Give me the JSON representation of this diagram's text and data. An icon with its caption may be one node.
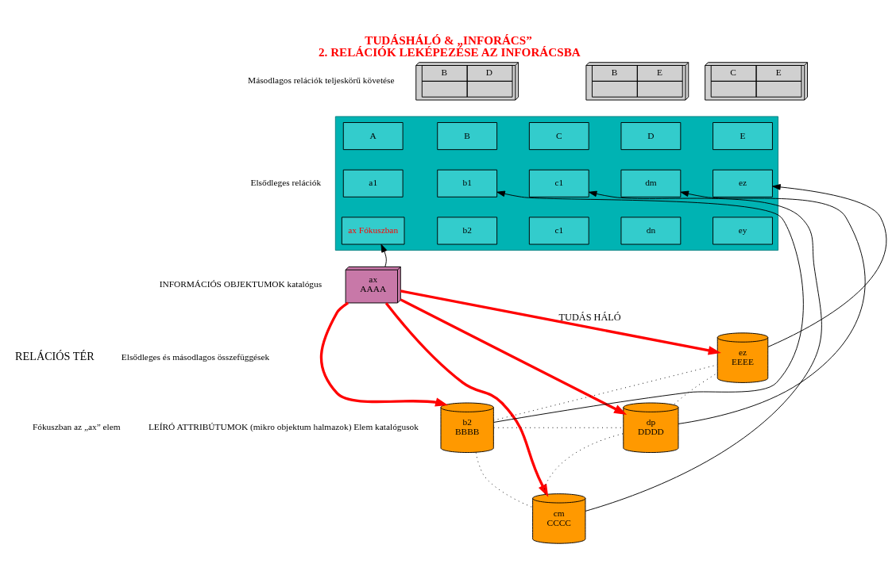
{
  "diagram": {
    "title": "TUDÁSHÁLÓ & „INFORÁCS”",
    "caption": "2. RELÁCIÓK LEKÉPEZÉSE AZ INFORÁCSBA",
    "nodes": [
      {
        "text": [],
        "shape": "box"
      },
      {
        "text": [
          "A"
        ],
        "in": 0
      },
      {
        "text": [
          "B"
        ],
        "in": 0
      },
      {
        "text": [
          "C"
        ],
        "in": 0
      },
      {
        "text": [
          "D"
        ],
        "in": 0
      },
      {
        "text": [
          "E"
        ],
        "in": 0
      },
      {
        "text": [
          "a1"
        ],
        "in": 0
      },
      {
        "text": [
          "b1"
        ],
        "in": 0
      },
      {
        "text": [
          "c1"
        ],
        "in": 0
      },
      {
        "text": [
          "dm"
        ],
        "in": 0
      },
      {
        "text": [
          "ez"
        ],
        "in": 0
      },
      {
        "text": [
          "ax Fókuszban"
        ],
        "in": 0
      },
      {
        "text": [
          "b2"
        ],
        "in": 0
      },
      {
        "text": [
          "c1"
        ],
        "in": 0
      },
      {
        "text": [
          "dn"
        ],
        "in": 0
      },
      {
        "text": [
          "ey"
        ],
        "in": 0
      },
      {
        "text": [
          "B",
          "D"
        ]
      },
      {
        "text": [
          "B",
          "E"
        ]
      },
      {
        "text": [
          "C",
          "E"
        ]
      },
      {
        "text": [
          "ax",
          "AAAA"
        ]
      },
      {
        "text": [
          "b2",
          "BBBB"
        ]
      },
      {
        "text": [
          "cm",
          "CCCC"
        ]
      },
      {
        "text": [
          "dp",
          "DDDD"
        ]
      },
      {
        "text": [
          "ez",
          "EEEE"
        ]
      }
    ],
    "edges": [
      {
        "from": 19,
        "to": 11,
        "arrow": "to"
      },
      {
        "from": 20,
        "to": 7,
        "arrow": "to"
      },
      {
        "from": 21,
        "to": 8,
        "arrow": "to"
      },
      {
        "from": 22,
        "to": 9,
        "arrow": "to"
      },
      {
        "from": 23,
        "to": 10,
        "arrow": "to"
      },
      {
        "from": 19,
        "to": 23,
        "arrow": "to",
        "label": "TUDÁS HÁLÓ",
        "color": "#ff0000",
        "style": "thick"
      },
      {
        "from": 19,
        "to": 20,
        "arrow": "to",
        "color": "#ff0000",
        "style": "thick"
      },
      {
        "from": 19,
        "to": 21,
        "arrow": "to",
        "color": "#ff0000",
        "style": "thick"
      },
      {
        "from": 19,
        "to": 22,
        "arrow": "to",
        "color": "#ff0000",
        "style": "thick"
      },
      {
        "from": 20,
        "to": 23,
        "arrow": "none",
        "style": "dashed"
      },
      {
        "from": 20,
        "to": 22,
        "arrow": "none",
        "style": "dashed"
      },
      {
        "from": 20,
        "to": 21,
        "arrow": "none",
        "style": "dashed"
      },
      {
        "from": 21,
        "to": 22,
        "arrow": "none",
        "style": "dashed"
      },
      {
        "from": 22,
        "to": 23,
        "arrow": "none",
        "style": "dashed"
      }
    ],
    "labels": [
      "Másodlagos relációk teljeskörű követése",
      "Elsődleges relációk",
      "INFORMÁCIÓS OBJEKTUMOK katalógus",
      "Fókuszban az „ax” elem",
      "RELÁCIÓS TÉR",
      "Elsődleges és másodlagos összefüggések",
      "LEÍRÓ ATTRIBÚTUMOK (mikro objektum halmazok) Elem katalógusok"
    ]
  }
}
